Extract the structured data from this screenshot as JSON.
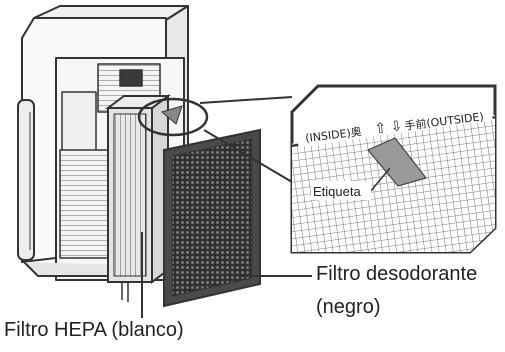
{
  "callout": {
    "inside_text": "(INSIDE)奥",
    "up_arrow": "⇧",
    "down_arrow": "⇩",
    "outside_text": "手前(OUTSIDE)",
    "tag_text": "Etiqueta"
  },
  "labels": {
    "deodorizing_filter_line1": "Filtro desodorante",
    "deodorizing_filter_line2": "(negro)",
    "hepa_filter": "Filtro HEPA (blanco)"
  },
  "colors": {
    "ink": "#333333",
    "hepa_fill": "#e4e4e4",
    "deodorizer_fill": "#4a4a4a",
    "tag_fill": "#9a9a9a"
  }
}
